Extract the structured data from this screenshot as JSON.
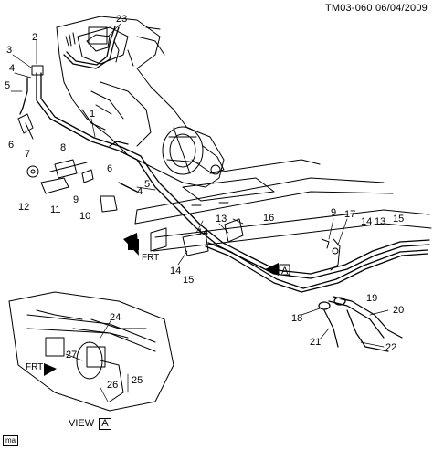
{
  "header": {
    "code": "TM03-060",
    "date": "06/04/2009"
  },
  "footer": {
    "stamp": "ma",
    "view_word": "VIEW",
    "view_letter": "A"
  },
  "directions": {
    "front_upper": "FRT",
    "front_lower": "FRT",
    "view_marker": "A"
  },
  "callouts": [
    "1",
    "2",
    "3",
    "4",
    "5",
    "6",
    "7",
    "8",
    "9",
    "10",
    "11",
    "12",
    "13",
    "14",
    "15",
    "16",
    "17",
    "18",
    "19",
    "20",
    "21",
    "22",
    "23",
    "24",
    "25",
    "26",
    "27"
  ]
}
